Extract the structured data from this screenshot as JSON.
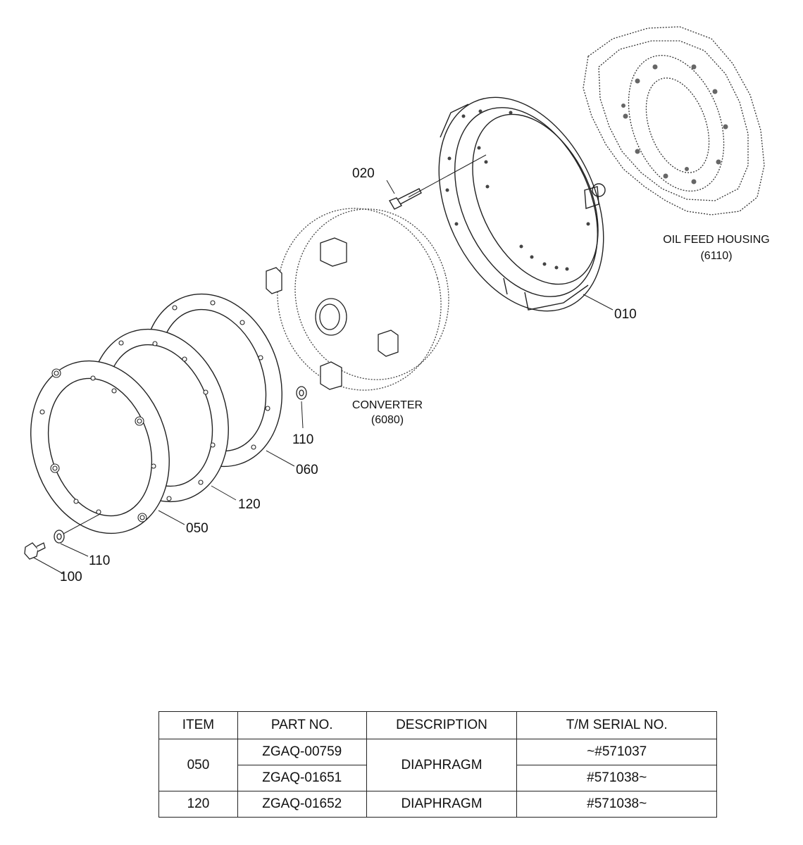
{
  "labels": {
    "i010": "010",
    "i020": "020",
    "i050": "050",
    "i060": "060",
    "i100": "100",
    "i110a": "110",
    "i110b": "110",
    "i120": "120"
  },
  "callouts": {
    "oil_feed_name": "OIL FEED HOUSING",
    "oil_feed_code": "(6110)",
    "converter_name": "CONVERTER",
    "converter_code": "(6080)"
  },
  "table": {
    "headers": [
      "ITEM",
      "PART NO.",
      "DESCRIPTION",
      "T/M SERIAL NO."
    ],
    "rows": [
      {
        "item": "050",
        "part_no": "ZGAQ-00759",
        "description": "DIAPHRAGM",
        "serial": "~#571037"
      },
      {
        "item": "050",
        "part_no": "ZGAQ-01651",
        "description": "DIAPHRAGM",
        "serial": "#571038~"
      },
      {
        "item": "120",
        "part_no": "ZGAQ-01652",
        "description": "DIAPHRAGM",
        "serial": "#571038~"
      }
    ]
  }
}
